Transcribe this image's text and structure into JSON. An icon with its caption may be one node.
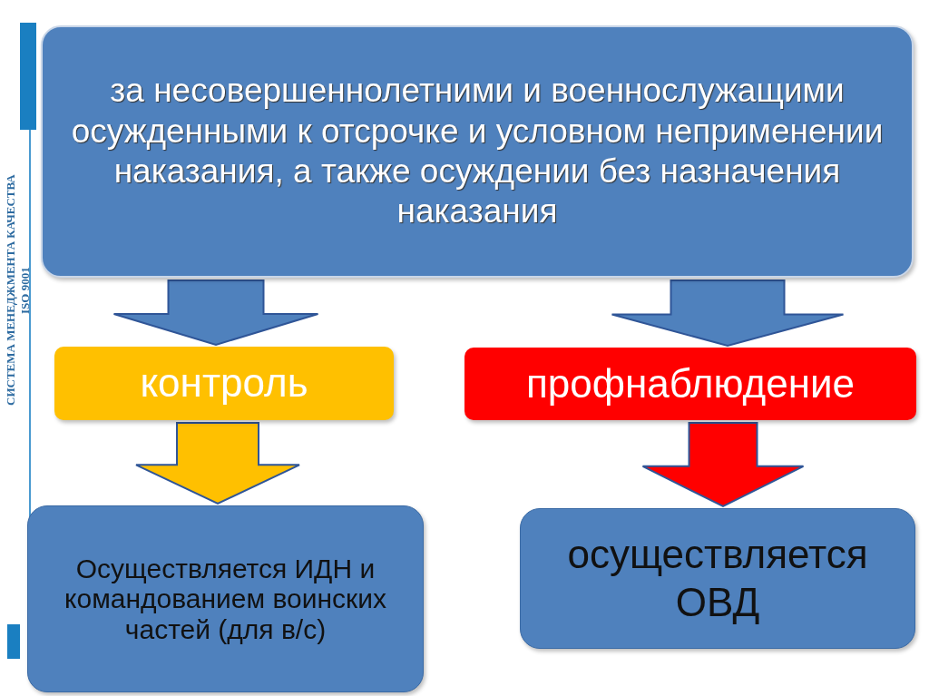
{
  "diagram": {
    "nodes": [
      {
        "text": [
          "за несовершеннолетними и военнослужащими осужденными к отсрочке и условном неприменении наказания, а также осуждении без назначения наказания"
        ]
      },
      {
        "text": [
          "контроль"
        ]
      },
      {
        "text": [
          "профнаблюдение"
        ]
      },
      {
        "text": [
          "Осуществляется ИДН и командованием воинских частей (для в/с)"
        ]
      },
      {
        "text": [
          "осуществляется ОВД"
        ]
      }
    ],
    "edges": [
      {
        "from": 0,
        "to": 1,
        "arrow": "to"
      },
      {
        "from": 0,
        "to": 2,
        "arrow": "to"
      },
      {
        "from": 1,
        "to": 3,
        "arrow": "to",
        "color": "#ffc000"
      },
      {
        "from": 2,
        "to": 4,
        "arrow": "to",
        "color": "#ff0000"
      }
    ],
    "labels": [
      "СИСТЕМА МЕНЕДЖМЕНТА КАЧЕСТВА ISO 9001"
    ]
  }
}
